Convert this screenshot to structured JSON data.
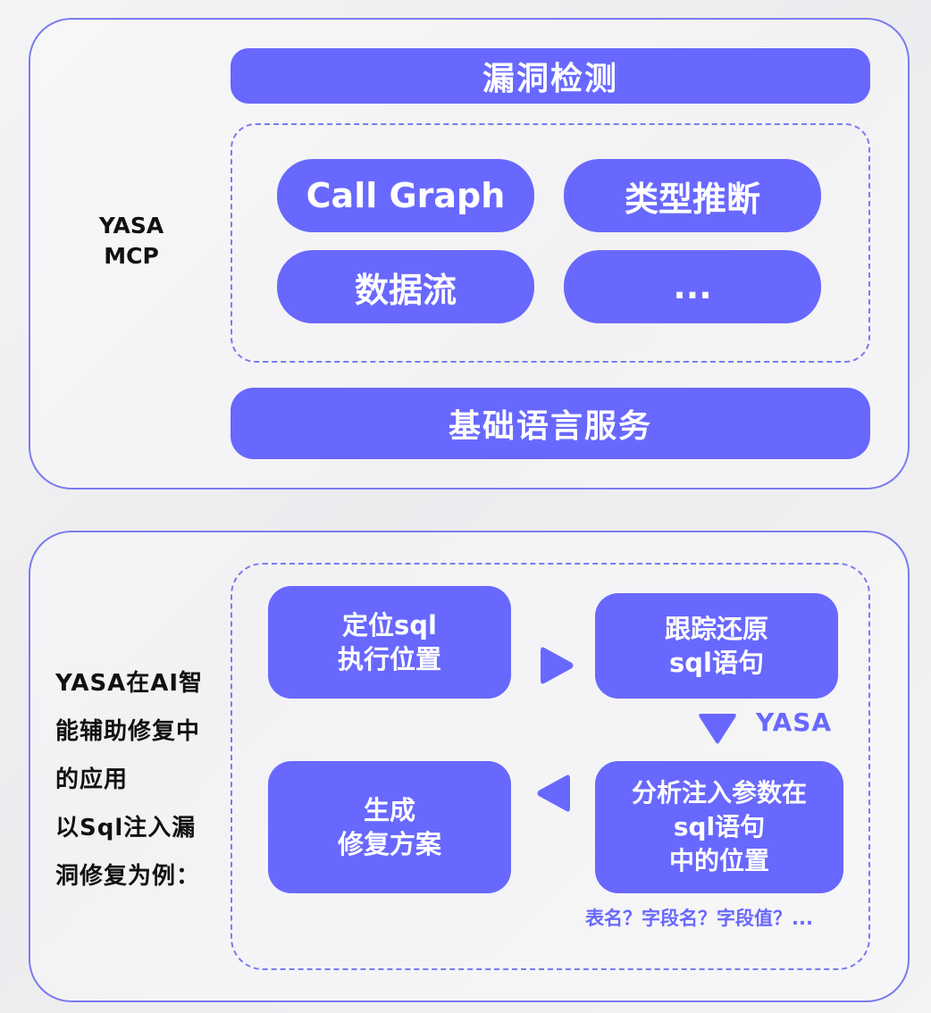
{
  "top_panel": {
    "side_label": "YASA\nMCP",
    "top_bar": "漏洞检测",
    "modules": [
      "Call Graph",
      "类型推断",
      "数据流",
      "..."
    ],
    "bottom_bar": "基础语言服务"
  },
  "bottom_panel": {
    "side_label": "YASA在AI智\n能辅助修复中\n的应用\n以Sql注入漏\n洞修复为例：",
    "steps": {
      "locate": "定位sql\n执行位置",
      "trace": "跟踪还原\nsql语句",
      "analyze": "分析注入参数在\nsql语句\n中的位置",
      "generate": "生成\n修复方案"
    },
    "yasa_tag": "YASA",
    "field_note": "表名？字段名？字段值？..."
  },
  "colors": {
    "accent": "#6868ff",
    "border": "#7b7bf0",
    "background": "#f0f0f2"
  }
}
